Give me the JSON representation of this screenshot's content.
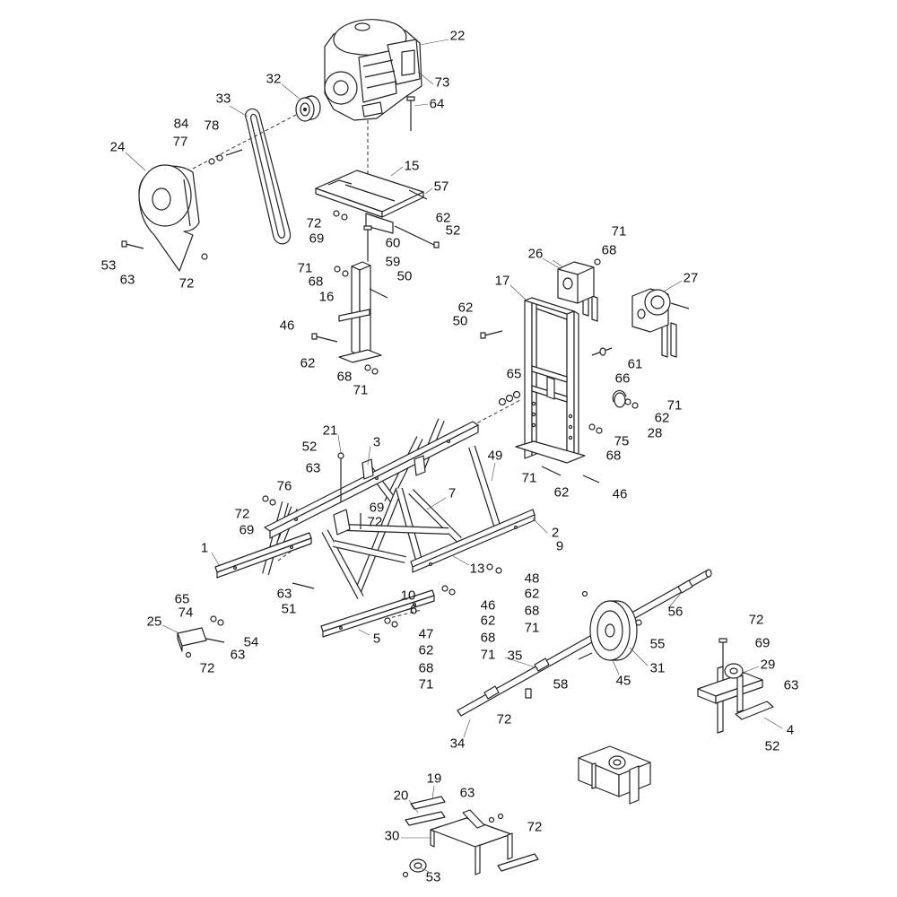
{
  "callouts": [
    "22",
    "73",
    "64",
    "32",
    "33",
    "84",
    "78",
    "77",
    "24",
    "15",
    "57",
    "62",
    "52",
    "72",
    "69",
    "60",
    "59",
    "50",
    "71",
    "68",
    "16",
    "53",
    "63",
    "72",
    "46",
    "62",
    "68",
    "71",
    "71",
    "68",
    "26",
    "27",
    "17",
    "62",
    "50",
    "61",
    "66",
    "65",
    "71",
    "62",
    "28",
    "75",
    "68",
    "49",
    "71",
    "62",
    "46",
    "21",
    "3",
    "52",
    "63",
    "76",
    "7",
    "72",
    "69",
    "69",
    "72",
    "1",
    "2",
    "9",
    "13",
    "48",
    "62",
    "68",
    "71",
    "63",
    "51",
    "10",
    "6",
    "46",
    "62",
    "68",
    "71",
    "47",
    "62",
    "68",
    "71",
    "5",
    "65",
    "74",
    "25",
    "54",
    "63",
    "72",
    "35",
    "56",
    "72",
    "55",
    "69",
    "31",
    "29",
    "45",
    "58",
    "63",
    "4",
    "52",
    "72",
    "34",
    "19",
    "20",
    "63",
    "72",
    "30",
    "53"
  ]
}
